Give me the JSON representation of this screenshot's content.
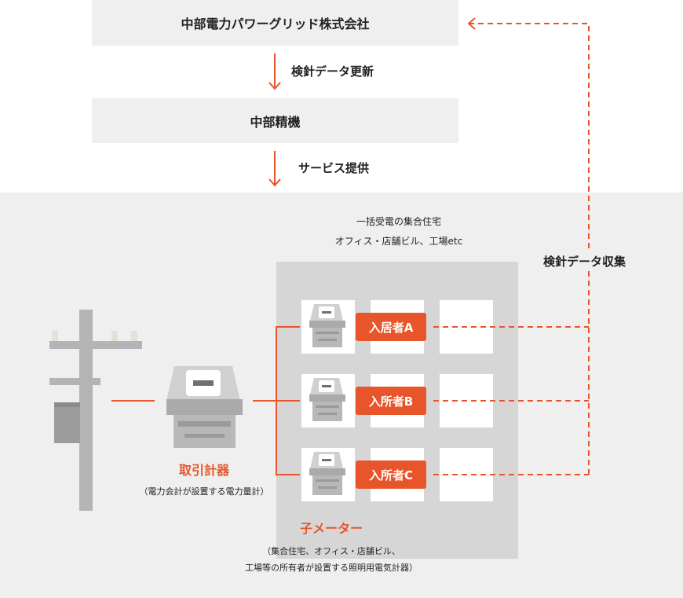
{
  "top_company": "中部電力パワーグリッド株式会社",
  "meter_update_label": "検針データ更新",
  "middle_company": "中部精機",
  "service_label": "サービス提供",
  "building_caption_1": "一括受電の集合住宅",
  "building_caption_2": "オフィス・店舗ビル、工場etc",
  "collect_label": "検針データ収集",
  "tenants": [
    "入居者A",
    "入所者B",
    "入所者C"
  ],
  "trade_meter_title": "取引計器",
  "trade_meter_note": "（電力会計が設置する電力量計）",
  "sub_meter_title": "子メーター",
  "sub_meter_note_1": "（集合住宅、オフィス・店舗ビル、",
  "sub_meter_note_2": "工場等の所有者が設置する照明用電気計器）",
  "colors": {
    "accent": "#e8552a",
    "panel": "#efefef",
    "building": "#d6d6d6",
    "pole": "#b4b4b4"
  }
}
